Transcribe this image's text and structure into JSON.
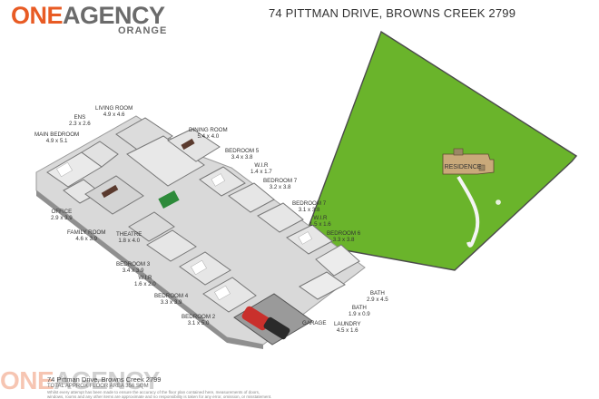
{
  "brand": {
    "one": "ONE",
    "agency": "AGENCY",
    "sub": "ORANGE"
  },
  "address": "74 PITTMAN DRIVE, BROWNS CREEK 2799",
  "site_plan": {
    "residence_label": "RESIDENCE",
    "lot_color": "#6ab42b",
    "outline_color": "#4a4a4a"
  },
  "floorplan": {
    "rooms": {
      "main_bedroom": {
        "name": "MAIN BEDROOM",
        "size": "4.9 x 5.1"
      },
      "ens": {
        "name": "ENS",
        "size": "2.3 x 2.6"
      },
      "living_room": {
        "name": "LIVING ROOM",
        "size": "4.9 x 4.6"
      },
      "dining_room": {
        "name": "DINING ROOM",
        "size": "5.4 x 4.0"
      },
      "bedroom5": {
        "name": "BEDROOM 5",
        "size": "3.4 x 3.8"
      },
      "wir_top": {
        "name": "W.I.R",
        "size": "1.4 x 1.7"
      },
      "bedroom7_top": {
        "name": "BEDROOM 7",
        "size": "3.2 x 3.8"
      },
      "bedroom7_b": {
        "name": "BEDROOM 7",
        "size": "3.1 x 3.8"
      },
      "wir_mid": {
        "name": "W.I.R",
        "size": "1.5 x 1.6"
      },
      "bedroom6": {
        "name": "BEDROOM 6",
        "size": "3.3 x 3.8"
      },
      "office": {
        "name": "OFFICE",
        "size": "2.9 x 3.9"
      },
      "family_room": {
        "name": "FAMILY ROOM",
        "size": "4.6 x 3.9"
      },
      "theatre": {
        "name": "THEATRE",
        "size": "1.8 x 4.0"
      },
      "bedroom3": {
        "name": "BEDROOM 3",
        "size": "3.4 x 3.9"
      },
      "wir_low": {
        "name": "W.I.R",
        "size": "1.6 x 2.0"
      },
      "bedroom4": {
        "name": "BEDROOM 4",
        "size": "3.3 x 3.9"
      },
      "bedroom2": {
        "name": "BEDROOM 2",
        "size": "3.1 x 5.0"
      },
      "bath_right": {
        "name": "BATH",
        "size": "2.9 x 4.5"
      },
      "bath_small": {
        "name": "BATH",
        "size": "1.9 x 0.9"
      },
      "laundry": {
        "name": "LAUNDRY",
        "size": "4.5 x 1.6"
      },
      "garage": {
        "name": "GARAGE",
        "size": ""
      }
    }
  },
  "footer": {
    "logo_one": "ONE",
    "logo_agency": "AGENCY",
    "address": "74 Pittman Drive, Browns Creek 2799",
    "size": "TOTAL APPROX FLOOR AREA 356 SQM",
    "disclaimer": "Whilst every attempt has been made to ensure the accuracy of the floor plan contained here, measurements of doors, windows, rooms and any other items are approximate and no responsibility is taken for any error, omission, or misstatement."
  }
}
